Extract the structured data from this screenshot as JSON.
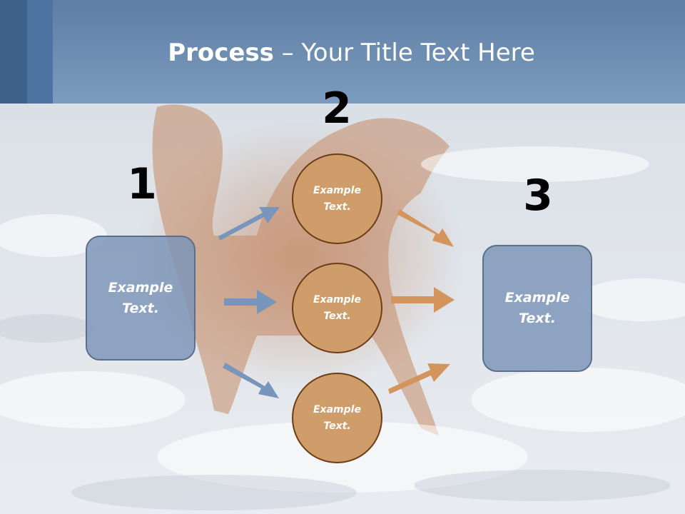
{
  "slide": {
    "title_bold": "Process",
    "title_rest": " – Your Title Text Here"
  },
  "steps": {
    "number_1": "1",
    "number_2": "2",
    "number_3": "3"
  },
  "left_box": {
    "label": "Example Text."
  },
  "circles": [
    {
      "label": "Example Text."
    },
    {
      "label": "Example Text."
    },
    {
      "label": "Example Text."
    }
  ],
  "right_box": {
    "label": "Example Text."
  },
  "colors": {
    "header": "#6f8fb3",
    "box_fill": "#7a94b7",
    "circle_fill": "#cf9d6a",
    "circle_border": "#6d3d17",
    "blue_arrow": "#7896bc",
    "orange_arrow": "#d3955d"
  }
}
